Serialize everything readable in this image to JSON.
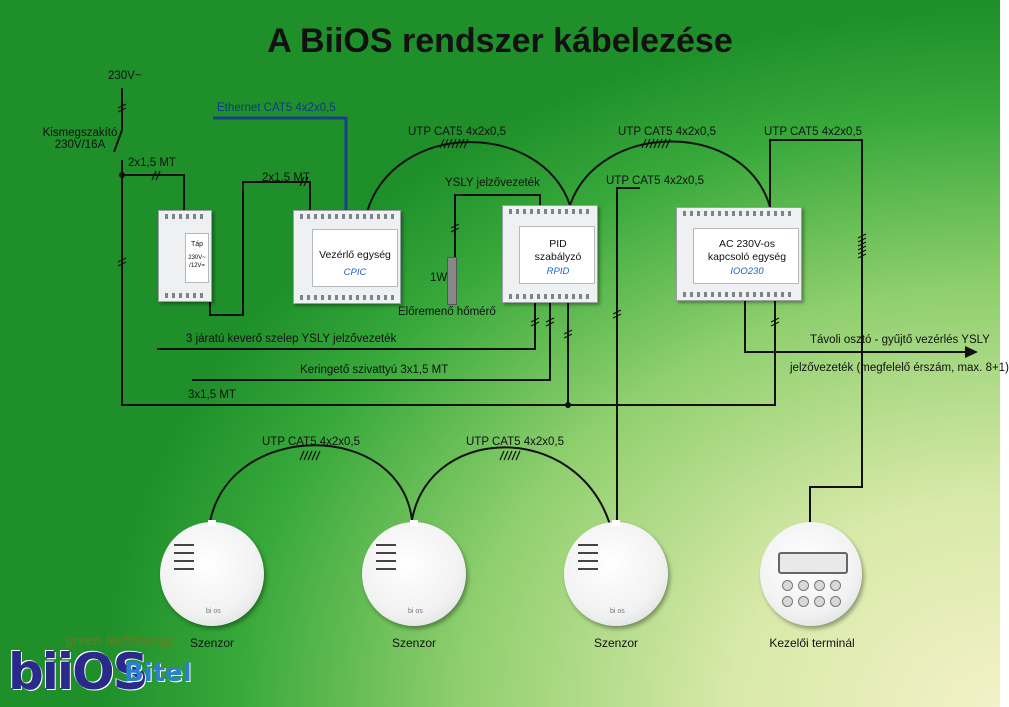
{
  "title": "A BiiOS rendszer kábelezése",
  "labels": {
    "power": "230V~",
    "breaker_line1": "Kismegszakító",
    "breaker_line2": "230V/16A",
    "mt1": "2x1,5 MT",
    "mt2": "2x1,5 MT",
    "ethernet": "Ethernet CAT5 4x2x0,5",
    "utp_top1": "UTP CAT5 4x2x0,5",
    "utp_top2": "UTP CAT5 4x2x0,5",
    "utp_top3": "UTP CAT5 4x2x0,5",
    "utp_mid": "UTP CAT5 4x2x0,5",
    "ysly": "YSLY jelzővezeték",
    "w1": "1W",
    "thermometer": "Előremenő hőmérő",
    "valve": "3 járatú keverő szelep YSLY jelzővezeték",
    "pump": "Keringető szivattyú 3x1,5 MT",
    "mt3": "3x1,5 MT",
    "remote1": "Távoli osztó - gyűjtő vezérlés YSLY",
    "remote2": "jelzővezeték (megfelelő érszám, max. 8+1)",
    "utp_bottom1": "UTP CAT5 4x2x0,5",
    "utp_bottom2": "UTP CAT5 4x2x0,5"
  },
  "modules": {
    "psu": {
      "name": "Táp",
      "spec1": "230V~",
      "spec2": "/12V="
    },
    "cpic": {
      "name": "Vezérlő egység",
      "code": "CPIC"
    },
    "rpid": {
      "name1": "PID",
      "name2": "szabályzó",
      "code": "RPID"
    },
    "ioo": {
      "name1": "AC 230V-os",
      "name2": "kapcsoló egység",
      "code": "IOO230"
    }
  },
  "devices": {
    "sensor_label": "Szenzor",
    "sensor_brand": "bi os",
    "terminal_label": "Kezelői terminál"
  },
  "logos": {
    "green": "green technology",
    "bios": "biiOS",
    "bitel": "Bitel"
  },
  "colors": {
    "wire": "#111111",
    "ethernet": "#1a3f8c",
    "accent_blue": "#1a63c9"
  }
}
